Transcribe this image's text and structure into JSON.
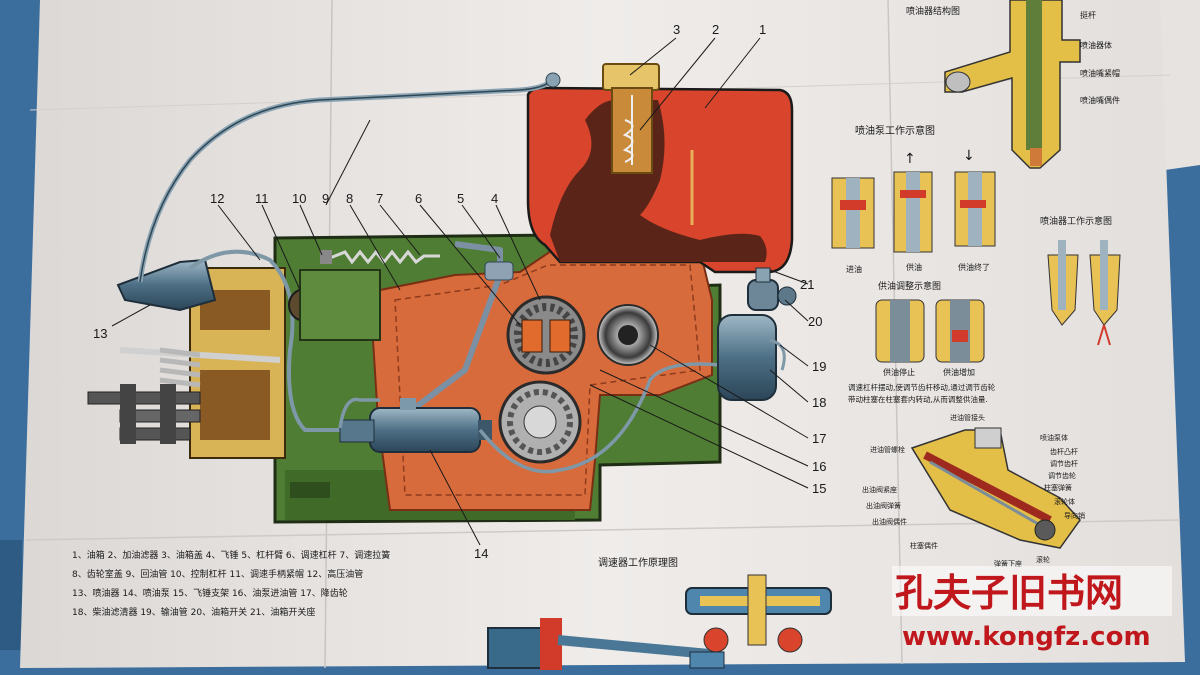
{
  "callouts": [
    "1",
    "2",
    "3",
    "4",
    "5",
    "6",
    "7",
    "8",
    "9",
    "10",
    "11",
    "12",
    "13",
    "14",
    "15",
    "16",
    "17",
    "18",
    "19",
    "20",
    "21"
  ],
  "legend": [
    "1、油箱 2、加油滤器 3、油箱盖 4、飞锤 5、杠杆臂 6、调速杠杆 7、调速拉簧",
    "8、齿轮室盖 9、回油管 10、控制杠杆 11、调速手柄紧帽 12、高压油管",
    "13、喷油器 14、喷油泵 15、飞锤支架 16、油泵进油管 17、降齿轮",
    "18、柴油滤清器 19、输油管 20、油箱开关 21、油箱开关座"
  ],
  "right_panel": {
    "injector_structure_title": "喷油器结构图",
    "injector_structure_labels": [
      "挺杆",
      "喷油器体",
      "喷油嘴紧帽",
      "喷油嘴偶件"
    ],
    "pump_work_title": "喷油泵工作示意图",
    "pump_work_labels": [
      "进油",
      "供油",
      "供油终了"
    ],
    "injector_work_title": "喷油器工作示意图",
    "supply_adjust_title": "供油调整示意图",
    "supply_adjust_labels": [
      "供油停止",
      "供油增加"
    ],
    "adjust_caption_1": "调速杠杆摆动,使调节齿杆移动,通过调节齿轮",
    "adjust_caption_2": "带动柱塞在柱塞套内转动,从而调整供油量.",
    "pump_section_labels": [
      "进油管接头",
      "进油管螺栓",
      "喷油泵体",
      "齿杆凸杆",
      "调节齿杆",
      "调节齿轮",
      "柱塞弹簧",
      "滚轮体",
      "导向销",
      "出油阀紧座",
      "出油阀弹簧",
      "出油阀偶件",
      "柱塞偶件",
      "弹簧下座",
      "滚轮"
    ]
  },
  "governor_title": "调速器工作原理图",
  "watermark": {
    "title": "孔夫子旧书网",
    "url": "www.kongfz.com"
  },
  "colors": {
    "paper": "#ece9e7",
    "tank_red": "#d8452c",
    "case_orange": "#d86b3c",
    "engine_green": "#4f7d33",
    "watermark_red": "#c0171c"
  }
}
